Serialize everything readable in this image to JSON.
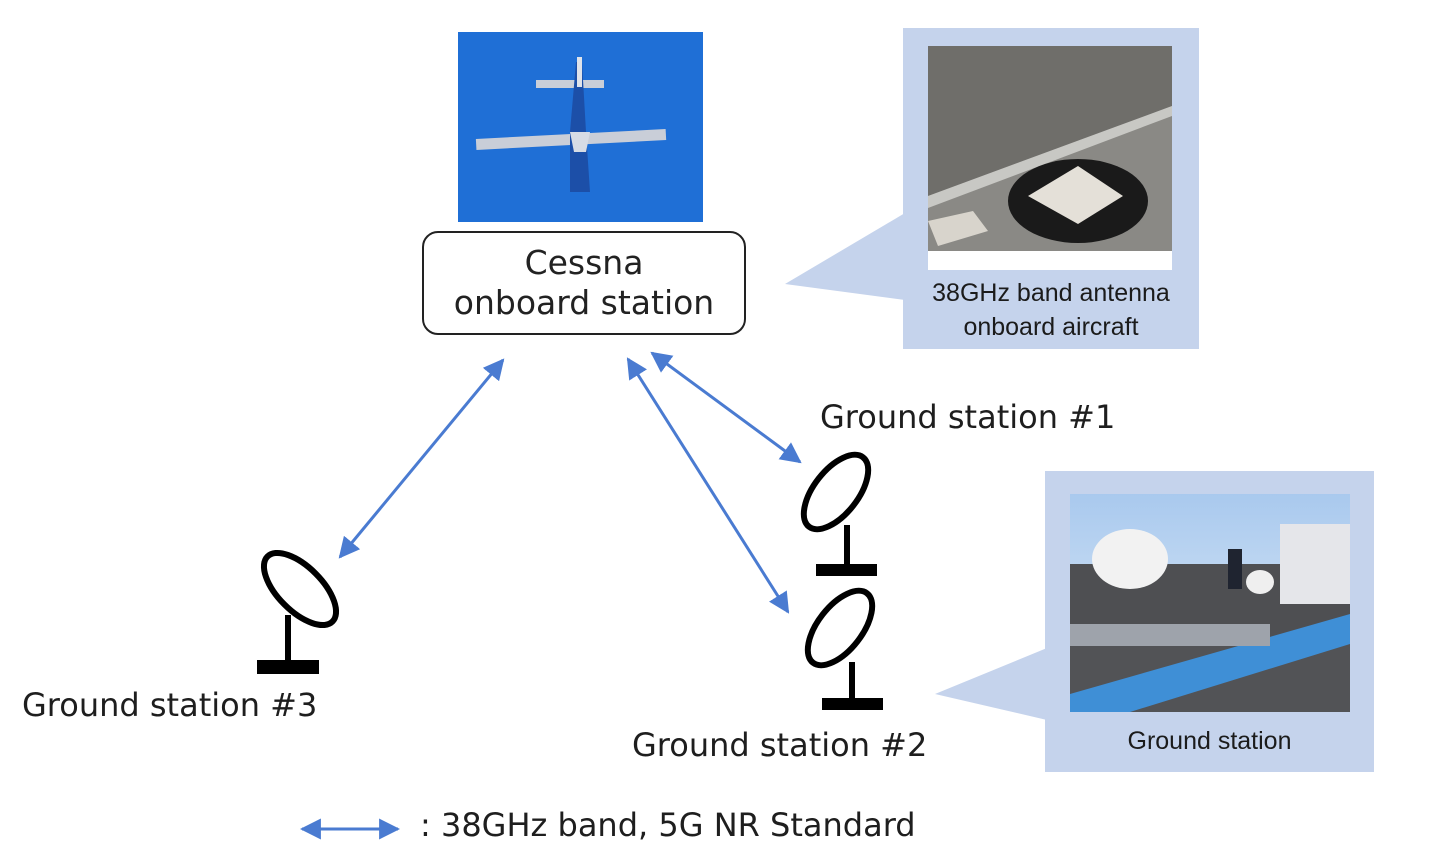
{
  "colors": {
    "link_arrow": "#4a7bd1",
    "callout_bg": "#c5d3ec",
    "sky": "#1f6fd6"
  },
  "aircraft": {
    "photo_icon": "cessna-aircraft-photo",
    "station_label_line1": "Cessna",
    "station_label_line2": "onboard station"
  },
  "callouts": {
    "antenna": {
      "photo_icon": "aircraft-antenna-photo",
      "caption_line1": "38GHz band antenna",
      "caption_line2": "onboard aircraft"
    },
    "ground": {
      "photo_icon": "ground-station-photo",
      "caption": "Ground station"
    }
  },
  "ground_stations": [
    {
      "id": 1,
      "label": "Ground station #1",
      "icon": "satellite-dish-icon"
    },
    {
      "id": 2,
      "label": "Ground station #2",
      "icon": "satellite-dish-icon"
    },
    {
      "id": 3,
      "label": "Ground station #3",
      "icon": "satellite-dish-icon"
    }
  ],
  "links": [
    {
      "from": "Cessna onboard station",
      "to": "Ground station #1",
      "type": "bidirectional"
    },
    {
      "from": "Cessna onboard station",
      "to": "Ground station #2",
      "type": "bidirectional"
    },
    {
      "from": "Cessna onboard station",
      "to": "Ground station #3",
      "type": "bidirectional"
    }
  ],
  "legend": {
    "symbol": "double-arrow-icon",
    "text": ": 38GHz band, 5G NR Standard"
  }
}
